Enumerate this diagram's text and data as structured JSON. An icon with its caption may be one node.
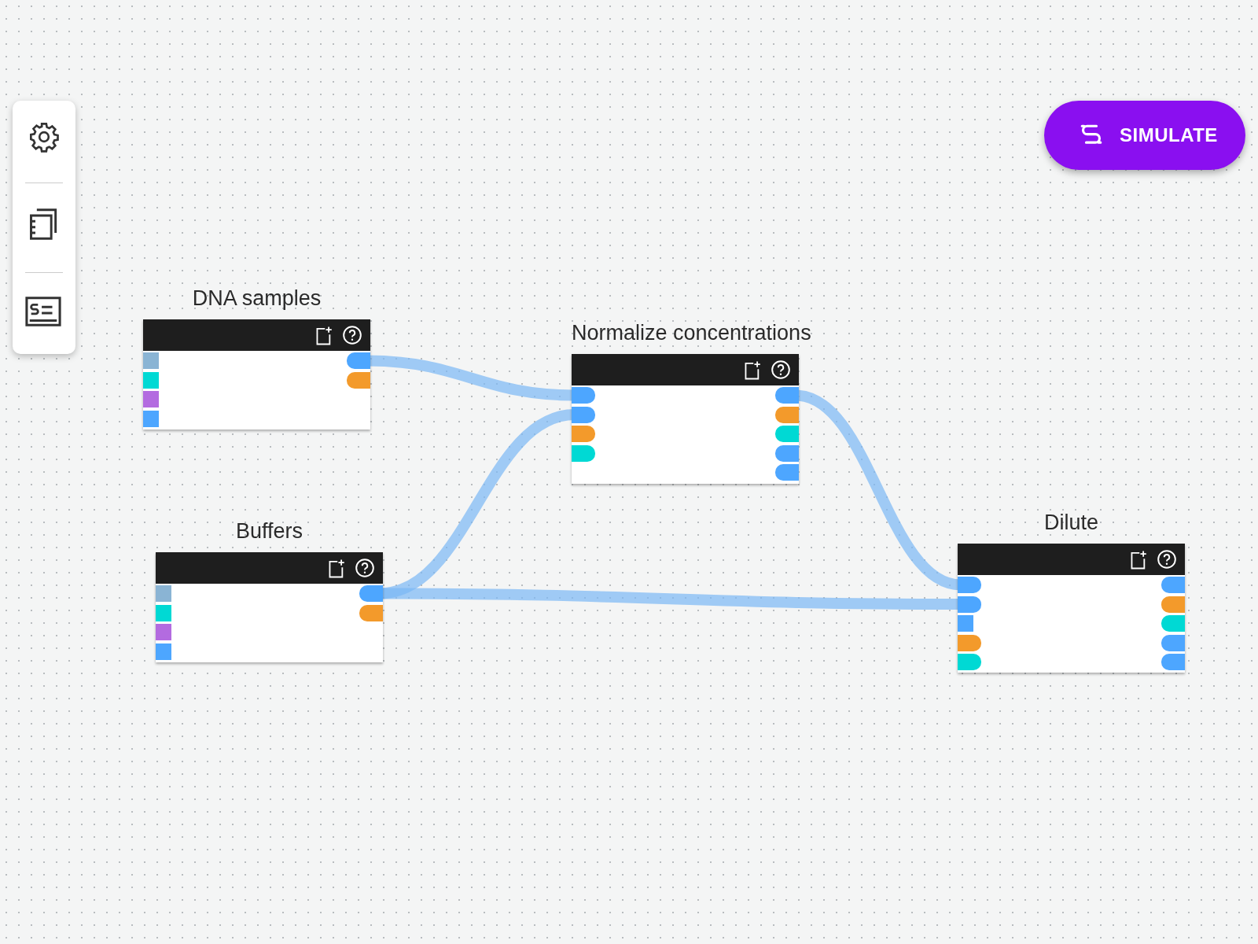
{
  "diagram": {
    "nodes": [
      {
        "text": [
          "DNA samples"
        ]
      },
      {
        "text": [
          "Normalize concentrations"
        ]
      },
      {
        "text": [
          "Buffers"
        ]
      },
      {
        "text": [
          "Dilute"
        ]
      }
    ],
    "edges": [
      {
        "from": 0,
        "to": 1,
        "arrow": "none"
      },
      {
        "from": 2,
        "to": 1,
        "arrow": "none"
      },
      {
        "from": 2,
        "to": 3,
        "arrow": "none"
      },
      {
        "from": 1,
        "to": 3,
        "arrow": "none"
      }
    ],
    "labels": [
      "SIMULATE"
    ]
  }
}
